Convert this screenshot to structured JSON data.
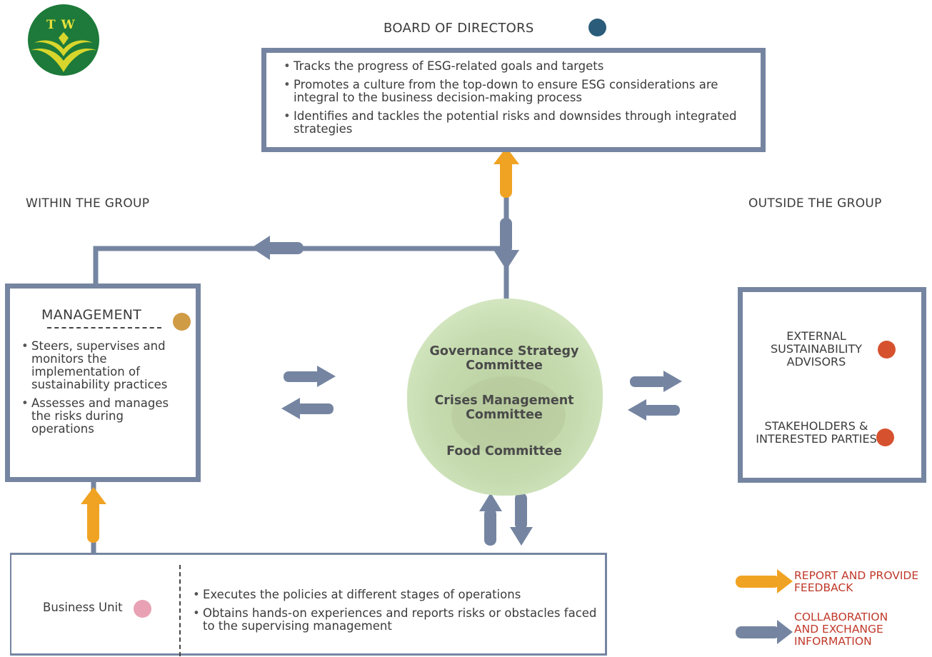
{
  "logo": {
    "text": "TW"
  },
  "board": {
    "title": "BOARD OF DIRECTORS",
    "dot_color": "#2b5c7a",
    "bullets": [
      "Tracks the progress of ESG-related goals and targets",
      "Promotes a culture from the top-down to ensure ESG considerations are integral to the business decision-making process",
      "Identifies and tackles the potential risks and downsides through integrated strategies"
    ]
  },
  "labels": {
    "within": "WITHIN THE GROUP",
    "outside": "OUTSIDE THE GROUP"
  },
  "management": {
    "title": "MANAGEMENT",
    "dot_color": "#cf9b45",
    "bullets": [
      "Steers, supervises and monitors the implementation of sustainability practices",
      "Assesses and manages the risks during operations"
    ]
  },
  "committees": [
    "Governance Strategy Committee",
    "Crises Management Committee",
    "Food Committee"
  ],
  "outside": {
    "items": [
      {
        "label": "EXTERNAL SUSTAINABILITY ADVISORS",
        "dot_color": "#d6522f"
      },
      {
        "label": "STAKEHOLDERS & INTERESTED PARTIES",
        "dot_color": "#d6522f"
      }
    ]
  },
  "business_unit": {
    "label": "Business Unit",
    "dot_color": "#e8a2b3",
    "bullets": [
      "Executes the policies at different stages of operations",
      "Obtains hands-on experiences and reports risks or obstacles faced to the supervising management"
    ]
  },
  "legend": {
    "items": [
      {
        "label": "REPORT AND PROVIDE FEEDBACK",
        "color": "#f0a323"
      },
      {
        "label": "COLLABORATION AND EXCHANGE INFORMATION",
        "color": "#7585a1"
      }
    ]
  },
  "colors": {
    "connector": "#7585a1",
    "report": "#f0a323",
    "accent_text": "#c0392b"
  }
}
